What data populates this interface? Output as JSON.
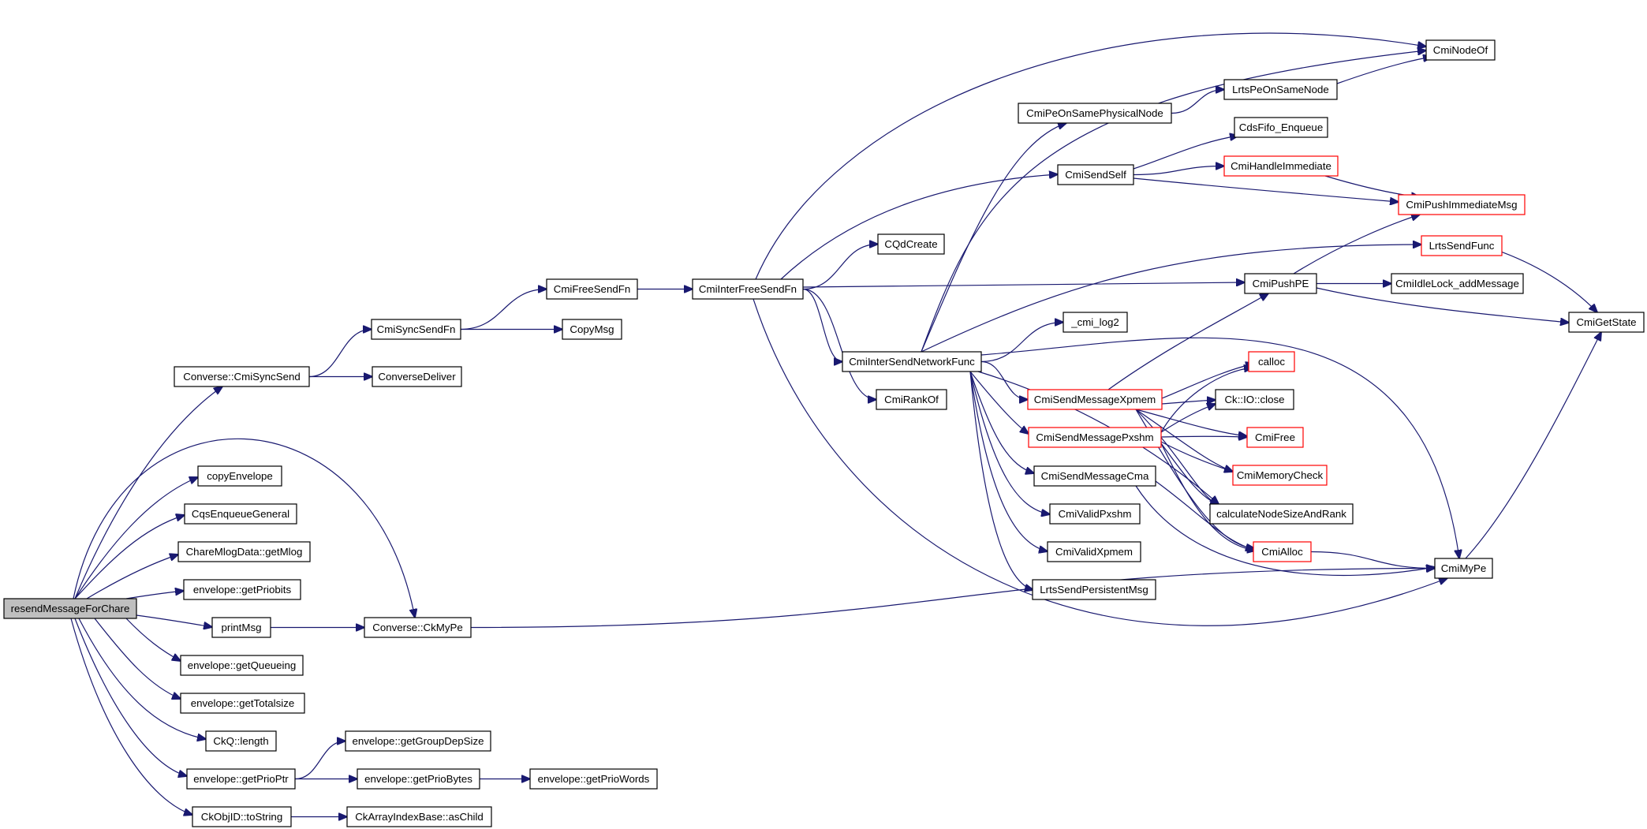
{
  "diagram": {
    "type": "call-graph",
    "colors": {
      "edge": "#191970",
      "root_fill": "#bfbfbf",
      "red_border": "#ff0000",
      "border": "#000000"
    },
    "nodes": [
      {
        "id": "resendMessageForChare",
        "label": "resendMessageForChare",
        "style": "root"
      },
      {
        "id": "Converse::CmiSyncSend",
        "label": "Converse::CmiSyncSend"
      },
      {
        "id": "copyEnvelope",
        "label": "copyEnvelope"
      },
      {
        "id": "CqsEnqueueGeneral",
        "label": "CqsEnqueueGeneral"
      },
      {
        "id": "ChareMlogData::getMlog",
        "label": "ChareMlogData::getMlog"
      },
      {
        "id": "envelope::getPriobits",
        "label": "envelope::getPriobits"
      },
      {
        "id": "printMsg",
        "label": "printMsg"
      },
      {
        "id": "envelope::getQueueing",
        "label": "envelope::getQueueing"
      },
      {
        "id": "envelope::getTotalsize",
        "label": "envelope::getTotalsize"
      },
      {
        "id": "CkQ::length",
        "label": "CkQ::length"
      },
      {
        "id": "envelope::getPrioPtr",
        "label": "envelope::getPrioPtr"
      },
      {
        "id": "CkObjID::toString",
        "label": "CkObjID::toString"
      },
      {
        "id": "CmiSyncSendFn",
        "label": "CmiSyncSendFn"
      },
      {
        "id": "ConverseDeliver",
        "label": "ConverseDeliver"
      },
      {
        "id": "Converse::CkMyPe",
        "label": "Converse::CkMyPe"
      },
      {
        "id": "envelope::getGroupDepSize",
        "label": "envelope::getGroupDepSize"
      },
      {
        "id": "envelope::getPrioBytes",
        "label": "envelope::getPrioBytes"
      },
      {
        "id": "CkArrayIndexBase::asChild",
        "label": "CkArrayIndexBase::asChild"
      },
      {
        "id": "envelope::getPrioWords",
        "label": "envelope::getPrioWords"
      },
      {
        "id": "CmiFreeSendFn",
        "label": "CmiFreeSendFn"
      },
      {
        "id": "CopyMsg",
        "label": "CopyMsg"
      },
      {
        "id": "CmiInterFreeSendFn",
        "label": "CmiInterFreeSendFn"
      },
      {
        "id": "CQdCreate",
        "label": "CQdCreate"
      },
      {
        "id": "CmiInterSendNetworkFunc",
        "label": "CmiInterSendNetworkFunc"
      },
      {
        "id": "CmiRankOf",
        "label": "CmiRankOf"
      },
      {
        "id": "CmiPeOnSamePhysicalNode",
        "label": "CmiPeOnSamePhysicalNode"
      },
      {
        "id": "CmiSendSelf",
        "label": "CmiSendSelf"
      },
      {
        "id": "_cmi_log2",
        "label": "_cmi_log2"
      },
      {
        "id": "CmiSendMessageXpmem",
        "label": "CmiSendMessageXpmem",
        "style": "red"
      },
      {
        "id": "CmiSendMessagePxshm",
        "label": "CmiSendMessagePxshm",
        "style": "red"
      },
      {
        "id": "CmiSendMessageCma",
        "label": "CmiSendMessageCma"
      },
      {
        "id": "CmiValidPxshm",
        "label": "CmiValidPxshm"
      },
      {
        "id": "CmiValidXpmem",
        "label": "CmiValidXpmem"
      },
      {
        "id": "LrtsSendPersistentMsg",
        "label": "LrtsSendPersistentMsg"
      },
      {
        "id": "LrtsPeOnSameNode",
        "label": "LrtsPeOnSameNode"
      },
      {
        "id": "CdsFifo_Enqueue",
        "label": "CdsFifo_Enqueue"
      },
      {
        "id": "CmiHandleImmediate",
        "label": "CmiHandleImmediate",
        "style": "red"
      },
      {
        "id": "CmiPushPE",
        "label": "CmiPushPE"
      },
      {
        "id": "calloc",
        "label": "calloc",
        "style": "red"
      },
      {
        "id": "Ck::IO::close",
        "label": "Ck::IO::close"
      },
      {
        "id": "CmiFree",
        "label": "CmiFree",
        "style": "red"
      },
      {
        "id": "CmiMemoryCheck",
        "label": "CmiMemoryCheck",
        "style": "red"
      },
      {
        "id": "calculateNodeSizeAndRank",
        "label": "calculateNodeSizeAndRank"
      },
      {
        "id": "CmiAlloc",
        "label": "CmiAlloc",
        "style": "red"
      },
      {
        "id": "CmiNodeOf",
        "label": "CmiNodeOf"
      },
      {
        "id": "CmiPushImmediateMsg",
        "label": "CmiPushImmediateMsg",
        "style": "red"
      },
      {
        "id": "LrtsSendFunc",
        "label": "LrtsSendFunc",
        "style": "red"
      },
      {
        "id": "CmiIdleLock_addMessage",
        "label": "CmiIdleLock_addMessage"
      },
      {
        "id": "CmiMyPe",
        "label": "CmiMyPe"
      },
      {
        "id": "CmiGetState",
        "label": "CmiGetState"
      }
    ],
    "edges": [
      [
        "resendMessageForChare",
        "Converse::CmiSyncSend"
      ],
      [
        "resendMessageForChare",
        "copyEnvelope"
      ],
      [
        "resendMessageForChare",
        "CqsEnqueueGeneral"
      ],
      [
        "resendMessageForChare",
        "ChareMlogData::getMlog"
      ],
      [
        "resendMessageForChare",
        "envelope::getPriobits"
      ],
      [
        "resendMessageForChare",
        "printMsg"
      ],
      [
        "resendMessageForChare",
        "envelope::getQueueing"
      ],
      [
        "resendMessageForChare",
        "envelope::getTotalsize"
      ],
      [
        "resendMessageForChare",
        "CkQ::length"
      ],
      [
        "resendMessageForChare",
        "envelope::getPrioPtr"
      ],
      [
        "resendMessageForChare",
        "CkObjID::toString"
      ],
      [
        "resendMessageForChare",
        "Converse::CkMyPe"
      ],
      [
        "Converse::CmiSyncSend",
        "CmiSyncSendFn"
      ],
      [
        "Converse::CmiSyncSend",
        "ConverseDeliver"
      ],
      [
        "printMsg",
        "Converse::CkMyPe"
      ],
      [
        "envelope::getPrioPtr",
        "envelope::getGroupDepSize"
      ],
      [
        "envelope::getPrioPtr",
        "envelope::getPrioBytes"
      ],
      [
        "envelope::getPrioBytes",
        "envelope::getPrioWords"
      ],
      [
        "CkObjID::toString",
        "CkArrayIndexBase::asChild"
      ],
      [
        "CmiSyncSendFn",
        "CmiFreeSendFn"
      ],
      [
        "CmiSyncSendFn",
        "CopyMsg"
      ],
      [
        "CmiFreeSendFn",
        "CmiInterFreeSendFn"
      ],
      [
        "Converse::CkMyPe",
        "CmiMyPe"
      ],
      [
        "CmiInterFreeSendFn",
        "CmiNodeOf"
      ],
      [
        "CmiInterFreeSendFn",
        "CmiSendSelf"
      ],
      [
        "CmiInterFreeSendFn",
        "CQdCreate"
      ],
      [
        "CmiInterFreeSendFn",
        "CmiPushPE"
      ],
      [
        "CmiInterFreeSendFn",
        "CmiInterSendNetworkFunc"
      ],
      [
        "CmiInterFreeSendFn",
        "CmiRankOf"
      ],
      [
        "CmiInterFreeSendFn",
        "CmiMyPe"
      ],
      [
        "CmiInterSendNetworkFunc",
        "CmiNodeOf"
      ],
      [
        "CmiInterSendNetworkFunc",
        "CmiPeOnSamePhysicalNode"
      ],
      [
        "CmiInterSendNetworkFunc",
        "LrtsSendFunc"
      ],
      [
        "CmiInterSendNetworkFunc",
        "_cmi_log2"
      ],
      [
        "CmiInterSendNetworkFunc",
        "CmiMyPe"
      ],
      [
        "CmiInterSendNetworkFunc",
        "CmiSendMessageXpmem"
      ],
      [
        "CmiInterSendNetworkFunc",
        "CmiSendMessagePxshm"
      ],
      [
        "CmiInterSendNetworkFunc",
        "CmiSendMessageCma"
      ],
      [
        "CmiInterSendNetworkFunc",
        "CmiValidPxshm"
      ],
      [
        "CmiInterSendNetworkFunc",
        "CmiValidXpmem"
      ],
      [
        "CmiInterSendNetworkFunc",
        "LrtsSendPersistentMsg"
      ],
      [
        "CmiInterSendNetworkFunc",
        "calculateNodeSizeAndRank"
      ],
      [
        "CmiPeOnSamePhysicalNode",
        "LrtsPeOnSameNode"
      ],
      [
        "LrtsPeOnSameNode",
        "CmiNodeOf"
      ],
      [
        "CmiSendSelf",
        "CdsFifo_Enqueue"
      ],
      [
        "CmiSendSelf",
        "CmiHandleImmediate"
      ],
      [
        "CmiSendSelf",
        "CmiPushImmediateMsg"
      ],
      [
        "CmiHandleImmediate",
        "CmiPushImmediateMsg"
      ],
      [
        "CmiSendMessageXpmem",
        "CmiPushPE"
      ],
      [
        "CmiSendMessageXpmem",
        "calloc"
      ],
      [
        "CmiSendMessageXpmem",
        "Ck::IO::close"
      ],
      [
        "CmiSendMessageXpmem",
        "CmiFree"
      ],
      [
        "CmiSendMessageXpmem",
        "CmiMemoryCheck"
      ],
      [
        "CmiSendMessageXpmem",
        "calculateNodeSizeAndRank"
      ],
      [
        "CmiSendMessageXpmem",
        "CmiAlloc"
      ],
      [
        "CmiSendMessagePxshm",
        "calloc"
      ],
      [
        "CmiSendMessagePxshm",
        "Ck::IO::close"
      ],
      [
        "CmiSendMessagePxshm",
        "CmiFree"
      ],
      [
        "CmiSendMessagePxshm",
        "CmiMemoryCheck"
      ],
      [
        "CmiSendMessagePxshm",
        "calculateNodeSizeAndRank"
      ],
      [
        "CmiSendMessagePxshm",
        "CmiAlloc"
      ],
      [
        "CmiSendMessageCma",
        "CmiAlloc"
      ],
      [
        "CmiSendMessageCma",
        "CmiMyPe"
      ],
      [
        "CmiPushPE",
        "CmiPushImmediateMsg"
      ],
      [
        "CmiPushPE",
        "CmiIdleLock_addMessage"
      ],
      [
        "CmiPushPE",
        "CmiGetState"
      ],
      [
        "CmiAlloc",
        "CmiMyPe"
      ],
      [
        "LrtsSendFunc",
        "CmiGetState"
      ],
      [
        "CmiMyPe",
        "CmiGetState"
      ]
    ]
  }
}
